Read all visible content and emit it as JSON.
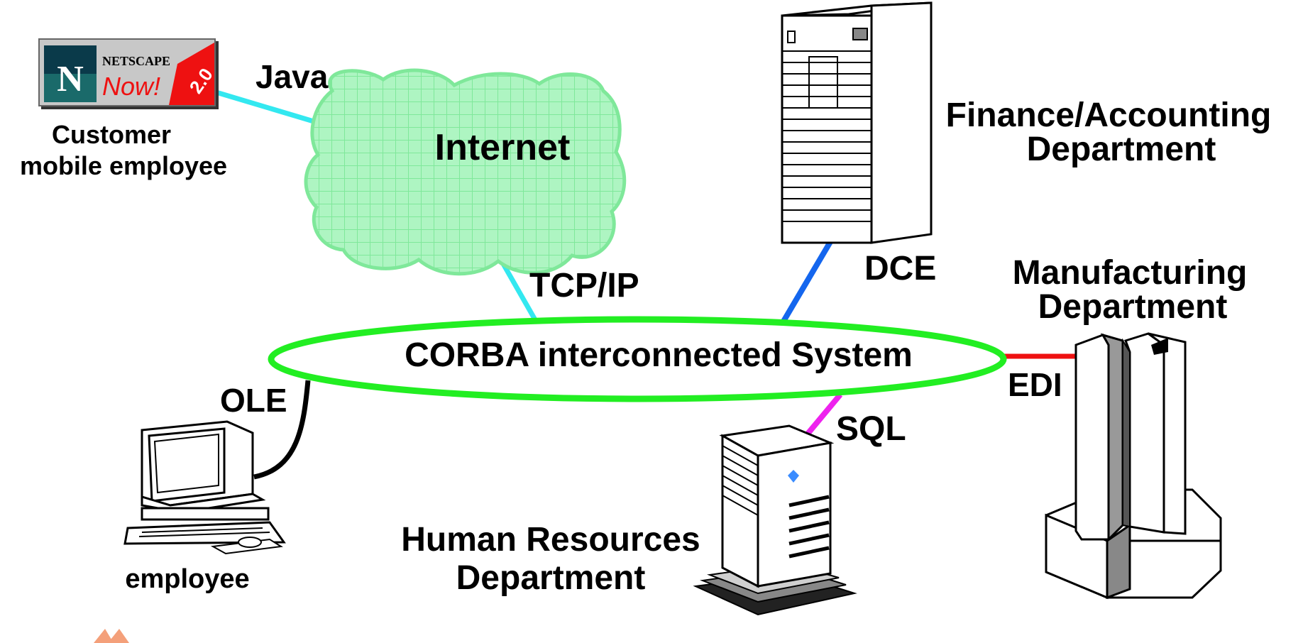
{
  "labels": {
    "java": "Java",
    "internet": "Internet",
    "customer_line1": "Customer",
    "customer_line2": "mobile employee",
    "tcpip": "TCP/IP",
    "dce": "DCE",
    "finance_line1": "Finance/Accounting",
    "finance_line2": "Department",
    "manufacturing_line1": "Manufacturing",
    "manufacturing_line2": "Department",
    "corba": "CORBA interconnected System",
    "edi": "EDI",
    "ole": "OLE",
    "sql": "SQL",
    "employee": "employee",
    "hr_line1": "Human Resources",
    "hr_line2": "Department"
  },
  "badge": {
    "letter": "N",
    "brand": "NETSCAPE",
    "word": "Now!",
    "version": "2.0"
  },
  "colors": {
    "java": "#ff0000",
    "internet": "#1e6cff",
    "cloud_fill": "#aef5c2",
    "cloud_edge": "#7fe89a",
    "ring": "#22ee22",
    "link_java": "#33e8f0",
    "link_tcpip": "#33e8f0",
    "link_dce": "#1466ee",
    "link_edi": "#ee1111",
    "link_sql": "#ee22ee",
    "link_ole": "#000000"
  }
}
